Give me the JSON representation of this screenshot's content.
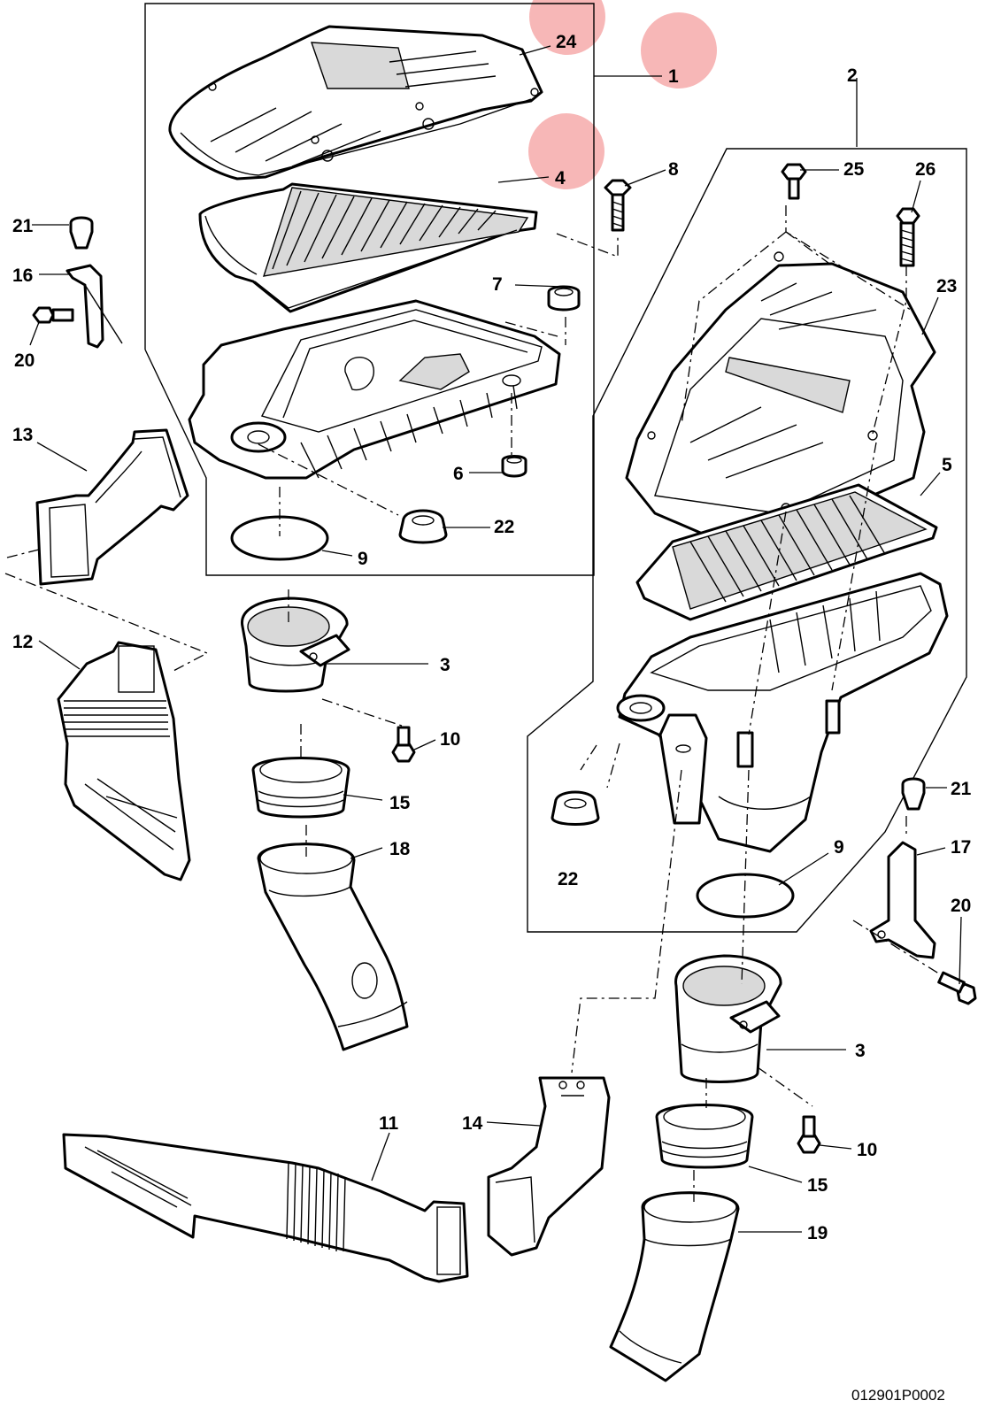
{
  "callouts": {
    "c1": "1",
    "c2": "2",
    "c3a": "3",
    "c3b": "3",
    "c4": "4",
    "c5": "5",
    "c6": "6",
    "c7": "7",
    "c8": "8",
    "c9a": "9",
    "c9b": "9",
    "c10a": "10",
    "c10b": "10",
    "c11": "11",
    "c12": "12",
    "c13": "13",
    "c14": "14",
    "c15a": "15",
    "c15b": "15",
    "c16": "16",
    "c17": "17",
    "c18": "18",
    "c19": "19",
    "c20a": "20",
    "c20b": "20",
    "c21a": "21",
    "c21b": "21",
    "c22a": "22",
    "c22b": "22",
    "c23": "23",
    "c24": "24",
    "c25": "25",
    "c26": "26"
  },
  "reference_code": "012901P0002",
  "highlight_color": "#f28b8b"
}
